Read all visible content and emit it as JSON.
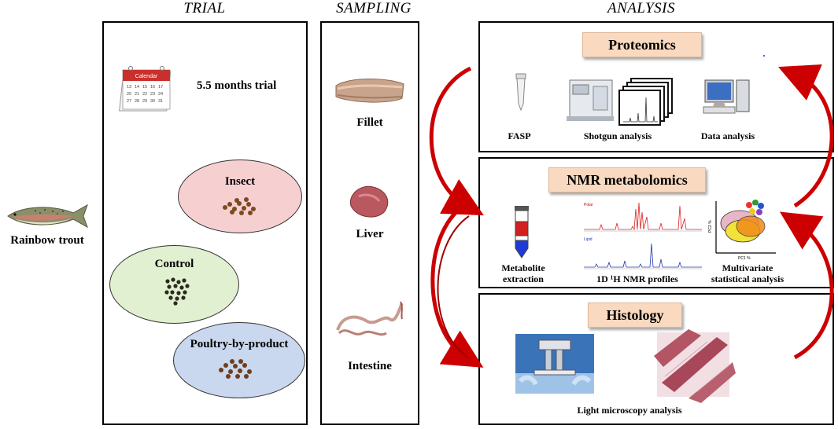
{
  "headers": {
    "trial": "TRIAL",
    "sampling": "SAMPLING",
    "analysis": "ANALYSIS"
  },
  "fish": {
    "label": "Rainbow trout"
  },
  "trial": {
    "duration": "5.5 months trial",
    "calendar_word": "Calendar",
    "diets": [
      {
        "label": "Insect",
        "color": "#f6d0d0"
      },
      {
        "label": "Control",
        "color": "#e2f0d2"
      },
      {
        "label": "Poultry-by-product",
        "color": "#c9d8ee"
      }
    ]
  },
  "sampling": {
    "tissues": [
      "Fillet",
      "Liver",
      "Intestine"
    ]
  },
  "analysis": {
    "proteomics": {
      "title": "Proteomics",
      "steps": [
        "FASP",
        "Shotgun analysis",
        "Data analysis"
      ]
    },
    "nmr": {
      "title": "NMR metabolomics",
      "metabolite": [
        "Metabolite",
        "extraction"
      ],
      "profiles": "1D ¹H NMR profiles",
      "multivariate": [
        "Multivariate",
        "statistical analysis"
      ],
      "spectrum_labels": [
        "Polar",
        "Lipid"
      ],
      "pca_x": "PC1 %",
      "pca_y": "PC2 %"
    },
    "histology": {
      "title": "Histology",
      "caption": "Light microscopy analysis"
    }
  },
  "colors": {
    "arrow": "#cc0000",
    "title_box": "#f9d9bf"
  }
}
